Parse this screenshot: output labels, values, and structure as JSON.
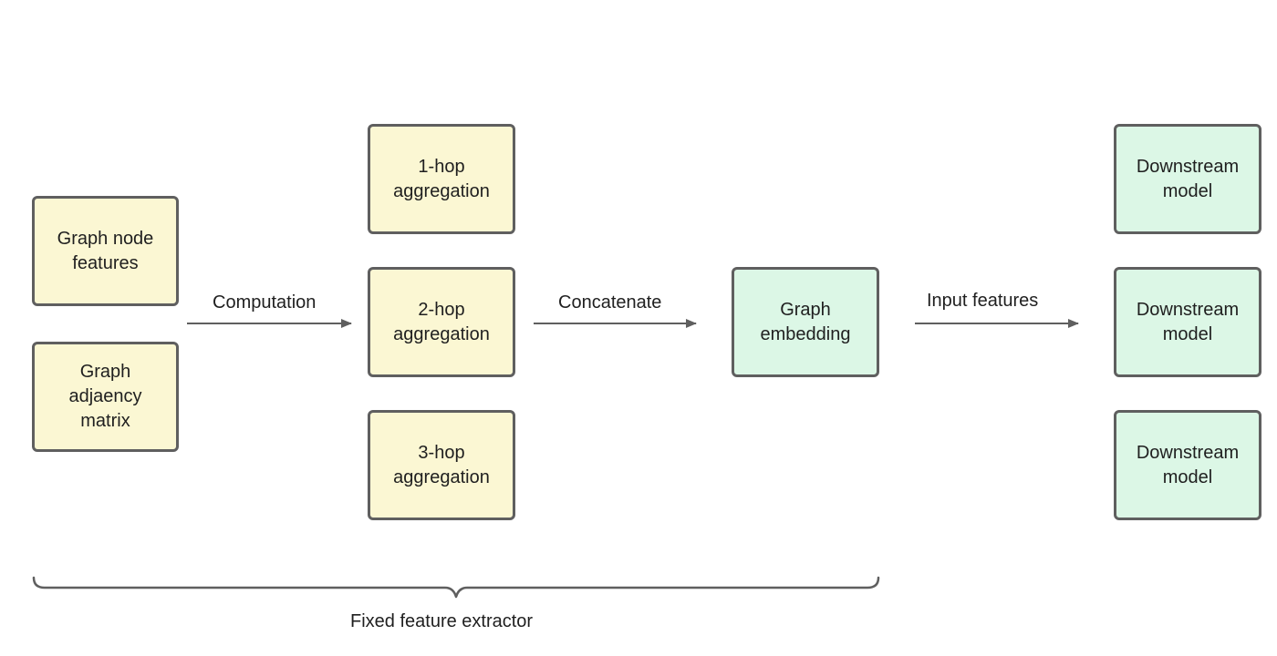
{
  "inputs": {
    "node_features": "Graph node\nfeatures",
    "adjacency_matrix": "Graph\nadjaency\nmatrix"
  },
  "aggregations": {
    "hop1": "1-hop\naggregation",
    "hop2": "2-hop\naggregation",
    "hop3": "3-hop\naggregation"
  },
  "embedding": "Graph\nembedding",
  "downstream": {
    "model1": "Downstream\nmodel",
    "model2": "Downstream\nmodel",
    "model3": "Downstream\nmodel"
  },
  "edges": {
    "computation": "Computation",
    "concatenate": "Concatenate",
    "input_features": "Input features"
  },
  "bracket_label": "Fixed feature extractor",
  "colors": {
    "yellow_fill": "#fbf7d3",
    "green_fill": "#dcf7e6",
    "border": "#5f5f5f",
    "line": "#5f5f5f"
  }
}
